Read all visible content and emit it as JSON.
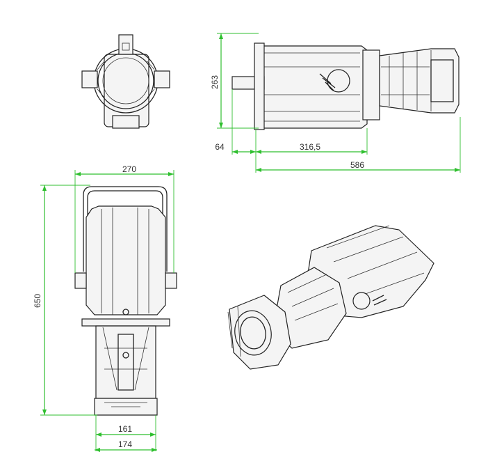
{
  "dimensions": {
    "front_height": "263",
    "side_offset": "64",
    "side_body_length": "316,5",
    "side_total_length": "586",
    "top_width": "270",
    "top_length": "650",
    "base_inner_width": "161",
    "base_outer_width": "174"
  },
  "colors": {
    "dimension_lines": "#2fbf2f",
    "drawing_lines": "#222222",
    "background": "#ffffff"
  }
}
